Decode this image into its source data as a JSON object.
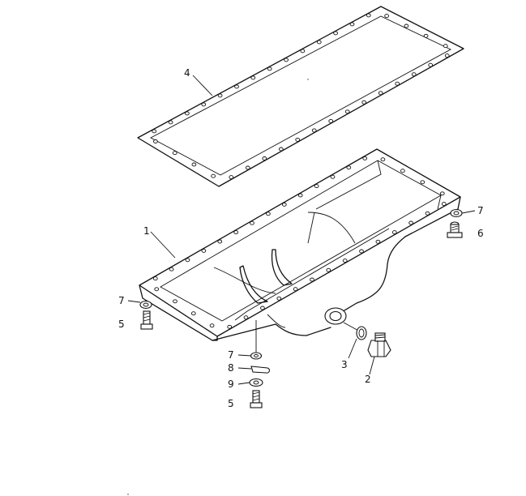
{
  "callouts": {
    "c4": "4",
    "c1": "1",
    "c7_right": "7",
    "c6": "6",
    "c7_left": "7",
    "c5_left": "5",
    "c7_bottom": "7",
    "c8": "8",
    "c9": "9",
    "c5_bottom": "5",
    "c3": "3",
    "c2": "2"
  }
}
